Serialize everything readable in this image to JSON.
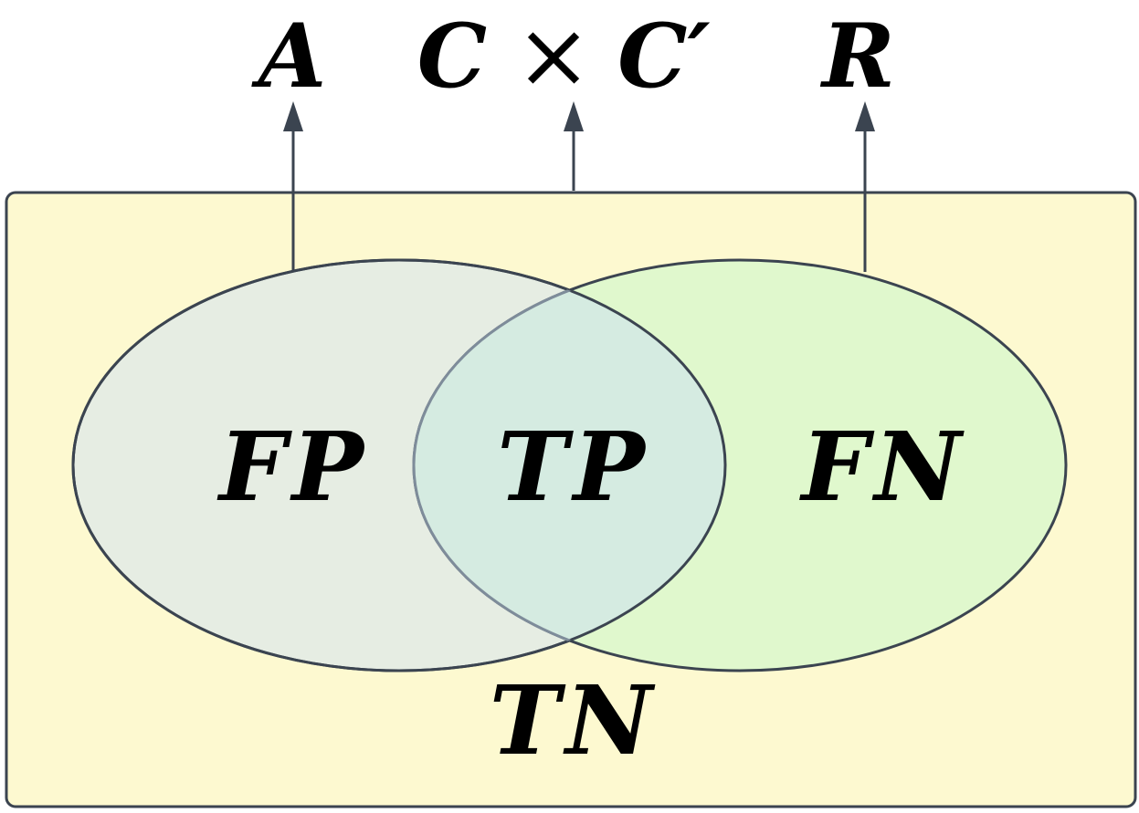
{
  "labels": {
    "top_left": "A",
    "top_middle_left": "C",
    "top_middle_operator": "×",
    "top_middle_right": "C′",
    "top_right": "R",
    "left_region": "FP",
    "overlap_region": "TP",
    "right_region": "FN",
    "outside_region": "TN"
  },
  "colors": {
    "box_fill": "#fdf9d0",
    "left_ellipse_fill": "#e6ede3",
    "right_ellipse_fill": "#e0f8cd",
    "overlap_fill": "#d5ebe1",
    "outline": "#3b4450",
    "overlap_outline": "#7e8c9a",
    "text": "#000000"
  }
}
